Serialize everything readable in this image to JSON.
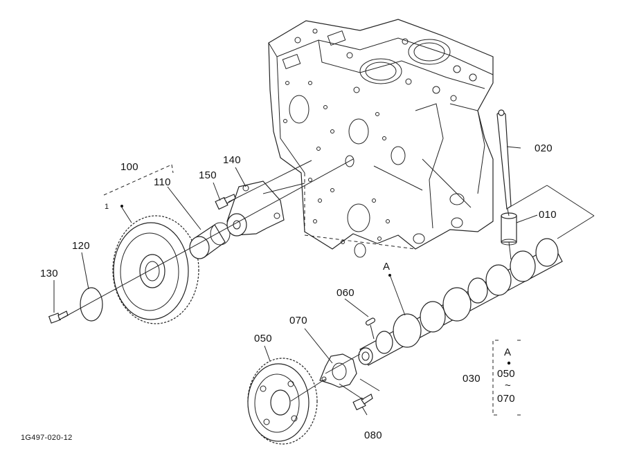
{
  "labels": {
    "p010": "010",
    "p020": "020",
    "p030": "030",
    "p050": "050",
    "p060": "060",
    "p070": "070",
    "p080": "080",
    "p100": "100",
    "p110": "110",
    "p120": "120",
    "p130": "130",
    "p140": "140",
    "p150": "150",
    "ref_a": "A",
    "bracket_a": "A",
    "bracket_from": "050",
    "bracket_tilde": "~",
    "bracket_to": "070",
    "bracket_100_mark": "1",
    "drawing_number": "1G497-020-12"
  }
}
